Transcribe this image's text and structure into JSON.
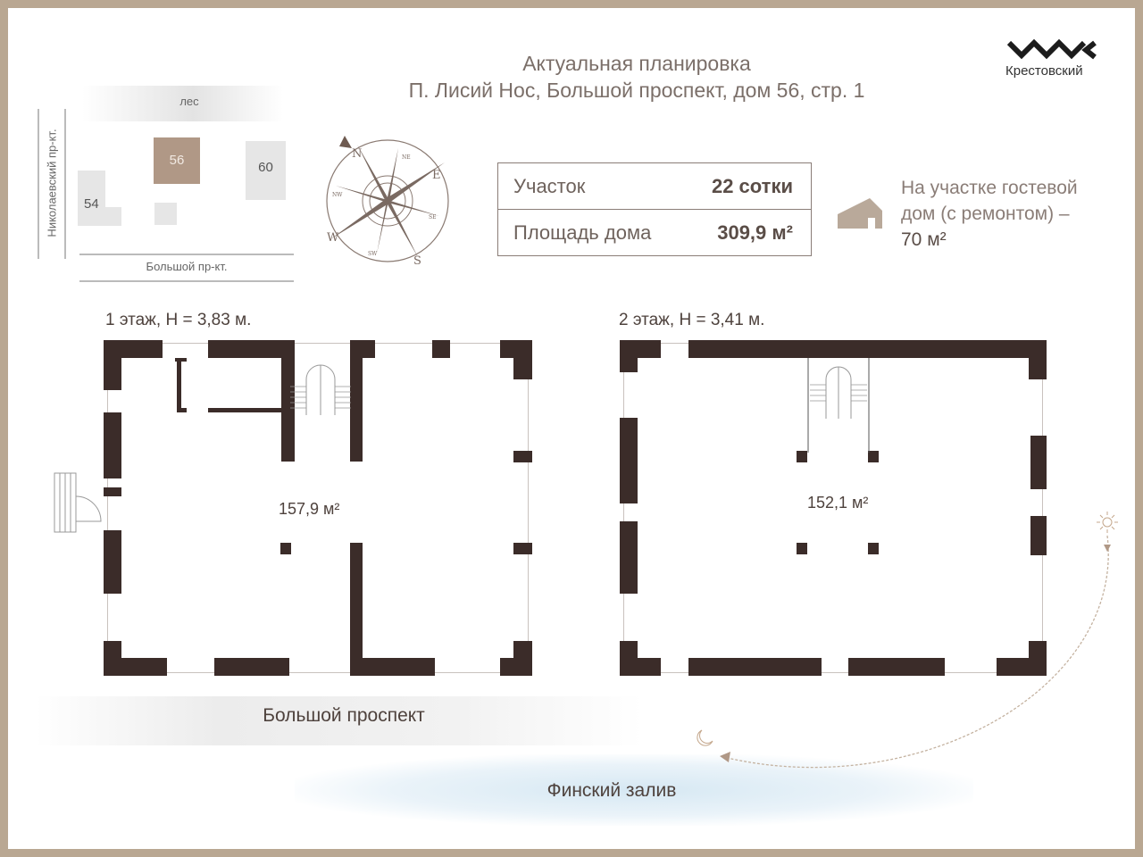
{
  "header": {
    "title_line1": "Актуальная планировка",
    "title_line2": "П. Лисий Нос, Большой проспект, дом 56, стр. 1"
  },
  "logo": {
    "text": "Крестовский"
  },
  "site_map": {
    "forest": "лес",
    "street_left": "Николаевский пр-кт.",
    "street_bottom": "Большой пр-кт.",
    "houses": [
      "56",
      "60",
      "54"
    ]
  },
  "compass": {
    "labels": [
      "N",
      "E",
      "S",
      "W",
      "NE",
      "SE",
      "SW",
      "NW"
    ]
  },
  "info": {
    "plot_label": "Участок",
    "plot_value": "22 сотки",
    "house_area_label": "Площадь дома",
    "house_area_value": "309,9 м²"
  },
  "guest_house": {
    "line1": "На участке гостевой",
    "line2": "дом (с ремонтом) –",
    "line3": "70 м²"
  },
  "floor1": {
    "title": "1 этаж, Н = 3,83 м.",
    "area": "157,9 м²"
  },
  "floor2": {
    "title": "2 этаж, Н = 3,41 м.",
    "area": "152,1 м²"
  },
  "street": "Большой проспект",
  "gulf": "Финский залив",
  "colors": {
    "frame": "#b9a792",
    "wall": "#3b2c29",
    "accent": "#b09886"
  }
}
